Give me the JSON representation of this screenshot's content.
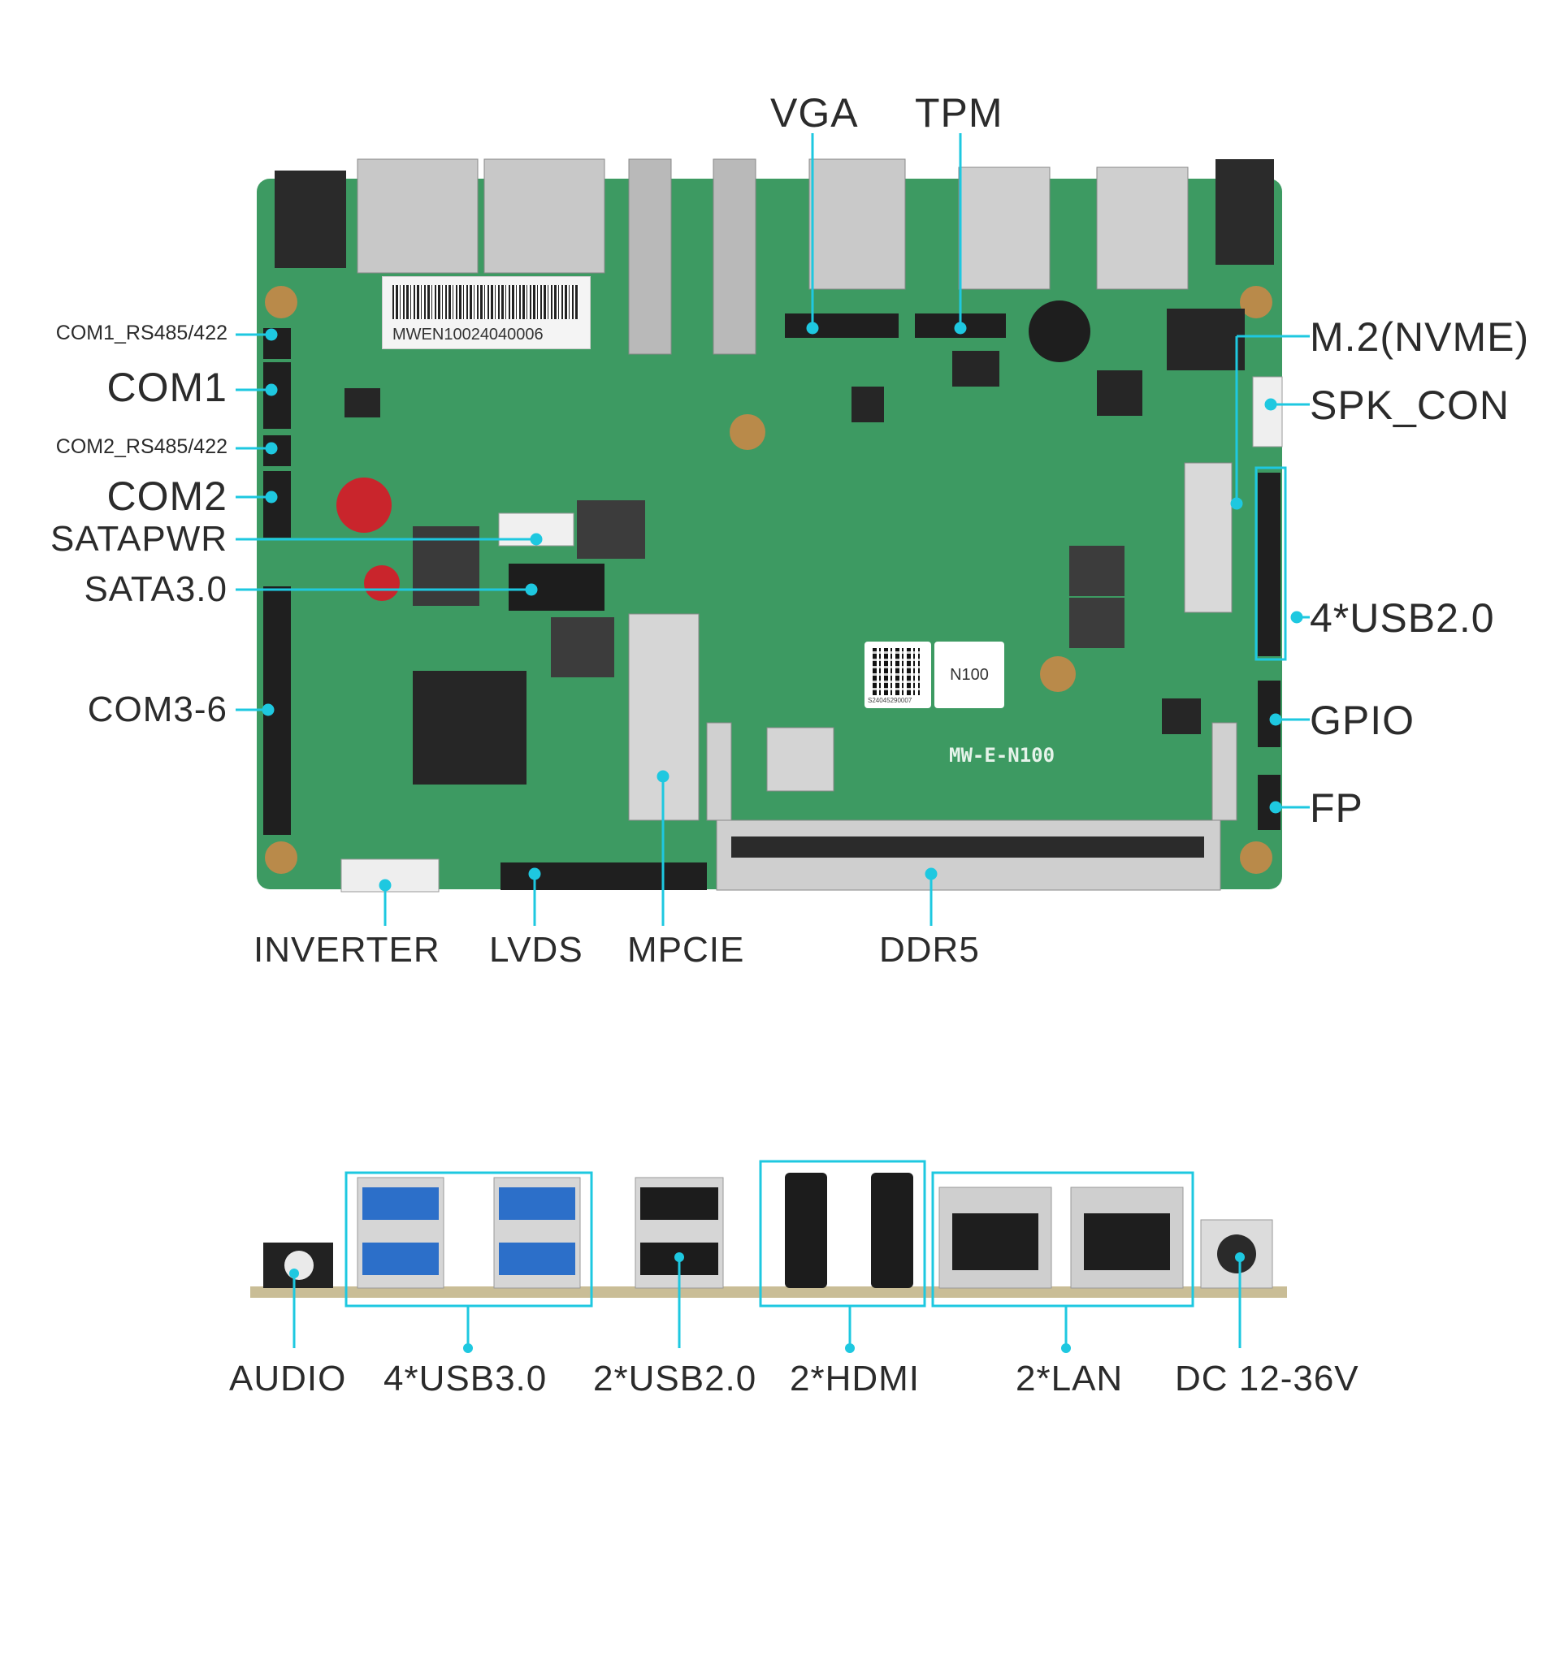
{
  "board": {
    "serial": "MWEN10024040006",
    "chip_label": "N100",
    "model": "MW-E-N100",
    "qr_caption": "S24045290007"
  },
  "labels": {
    "vga": "VGA",
    "tpm": "TPM",
    "m2": "M.2(NVME)",
    "spk_con": "SPK_CON",
    "usb20_4": "4*USB2.0",
    "gpio": "GPIO",
    "fp": "FP",
    "com1_rs": "COM1_RS485/422",
    "com1": "COM1",
    "com2_rs": "COM2_RS485/422",
    "com2": "COM2",
    "satapwr": "SATAPWR",
    "sata30": "SATA3.0",
    "com36": "COM3-6",
    "inverter": "INVERTER",
    "lvds": "LVDS",
    "mpcie": "MPCIE",
    "ddr5": "DDR5"
  },
  "io_labels": {
    "audio": "AUDIO",
    "usb30_4": "4*USB3.0",
    "usb20_2": "2*USB2.0",
    "hdmi_2": "2*HDMI",
    "lan_2": "2*LAN",
    "dc": "DC 12-36V"
  },
  "colors": {
    "accent": "#1ec8e0",
    "pcb": "#3d9a62",
    "usb3_blue": "#2c6fc9",
    "io_strip": "#c9bd96"
  }
}
